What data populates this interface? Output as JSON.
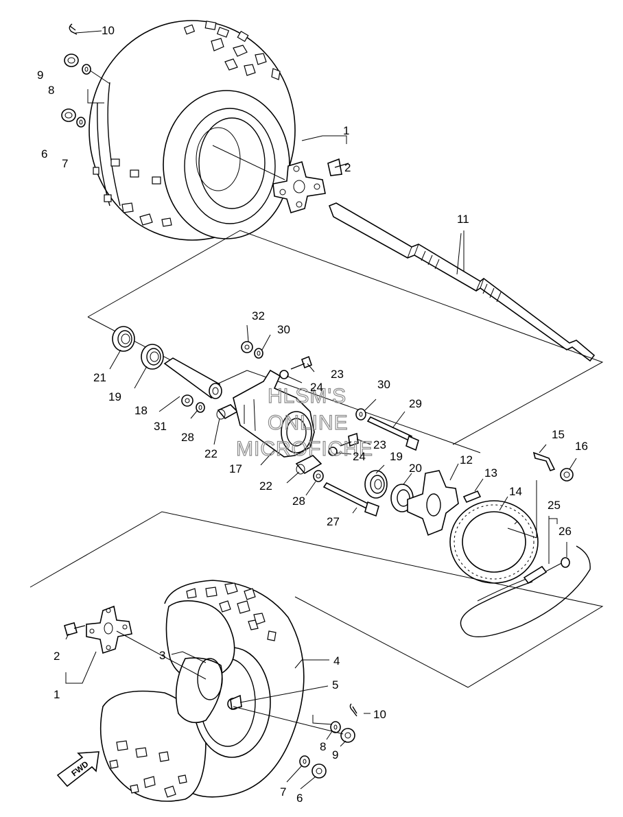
{
  "watermark": {
    "line1": "HLSM'S",
    "line2": "ONLINE",
    "line3": "MICROFICHE"
  },
  "fwd_arrow": {
    "label": "FWD",
    "icon": "fwd-arrow-icon"
  },
  "callouts": [
    {
      "id": "c10a",
      "text": "10"
    },
    {
      "id": "c9a",
      "text": "9"
    },
    {
      "id": "c8a",
      "text": "8"
    },
    {
      "id": "c6a",
      "text": "6"
    },
    {
      "id": "c7a",
      "text": "7"
    },
    {
      "id": "c1a",
      "text": "1"
    },
    {
      "id": "c2a",
      "text": "2"
    },
    {
      "id": "c11",
      "text": "11"
    },
    {
      "id": "c32",
      "text": "32"
    },
    {
      "id": "c30a",
      "text": "30"
    },
    {
      "id": "c21",
      "text": "21"
    },
    {
      "id": "c19a",
      "text": "19"
    },
    {
      "id": "c23a",
      "text": "23"
    },
    {
      "id": "c24a",
      "text": "24"
    },
    {
      "id": "c18",
      "text": "18"
    },
    {
      "id": "c30b",
      "text": "30"
    },
    {
      "id": "c29",
      "text": "29"
    },
    {
      "id": "c31",
      "text": "31"
    },
    {
      "id": "c28a",
      "text": "28"
    },
    {
      "id": "c22a",
      "text": "22"
    },
    {
      "id": "c23b",
      "text": "23"
    },
    {
      "id": "c24b",
      "text": "24"
    },
    {
      "id": "c17",
      "text": "17"
    },
    {
      "id": "c19b",
      "text": "19"
    },
    {
      "id": "c15",
      "text": "15"
    },
    {
      "id": "c16",
      "text": "16"
    },
    {
      "id": "c12",
      "text": "12"
    },
    {
      "id": "c20",
      "text": "20"
    },
    {
      "id": "c13",
      "text": "13"
    },
    {
      "id": "c22b",
      "text": "22"
    },
    {
      "id": "c28b",
      "text": "28"
    },
    {
      "id": "c14",
      "text": "14"
    },
    {
      "id": "c27",
      "text": "27"
    },
    {
      "id": "c25",
      "text": "25"
    },
    {
      "id": "c26",
      "text": "26"
    },
    {
      "id": "c3",
      "text": "3"
    },
    {
      "id": "c4",
      "text": "4"
    },
    {
      "id": "c2b",
      "text": "2"
    },
    {
      "id": "c1b",
      "text": "1"
    },
    {
      "id": "c5",
      "text": "5"
    },
    {
      "id": "c10b",
      "text": "10"
    },
    {
      "id": "c8b",
      "text": "8"
    },
    {
      "id": "c9b",
      "text": "9"
    },
    {
      "id": "c7b",
      "text": "7"
    },
    {
      "id": "c6b",
      "text": "6"
    }
  ]
}
